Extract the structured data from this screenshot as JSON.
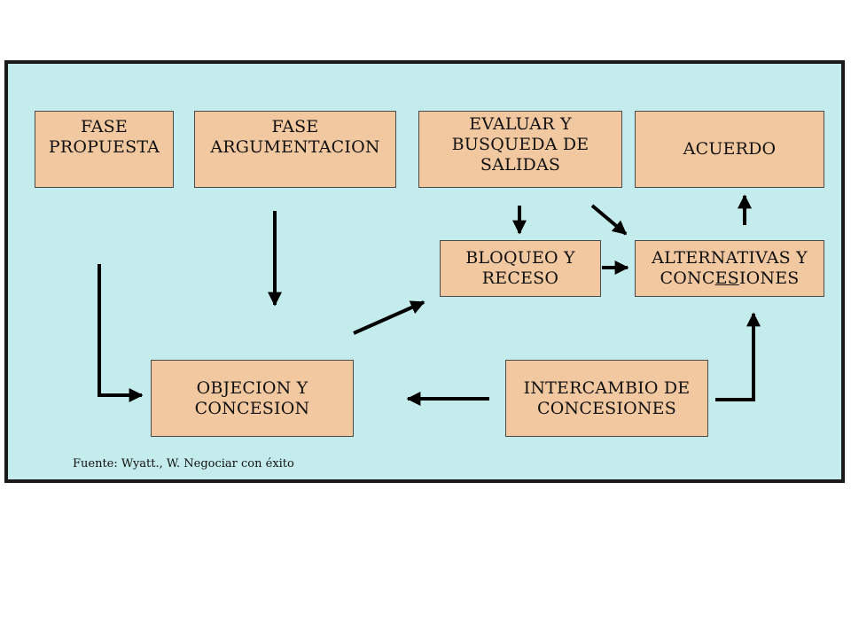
{
  "diagram": {
    "boxes": {
      "fase_propuesta": "FASE\nPROPUESTA",
      "fase_argumentacion": "FASE\nARGUMENTACION",
      "evaluar": "EVALUAR Y\nBUSQUEDA DE\nSALIDAS",
      "acuerdo": "ACUERDO",
      "bloqueo": "BLOQUEO Y\nRECESO",
      "alternativas_line1": "ALTERNATIVAS Y",
      "alternativas_line2_pre": "CONC",
      "alternativas_line2_underlined": "ES",
      "alternativas_line2_post": "IONES",
      "objecion": "OBJECION Y\nCONCESION",
      "intercambio": "INTERCAMBIO DE\nCONCESIONES"
    },
    "source": "Fuente: Wyatt., W. Negociar con éxito"
  },
  "colors": {
    "panel_background": "#c4ecec",
    "box_fill": "#f2c8a0",
    "arrow": "#000000"
  }
}
